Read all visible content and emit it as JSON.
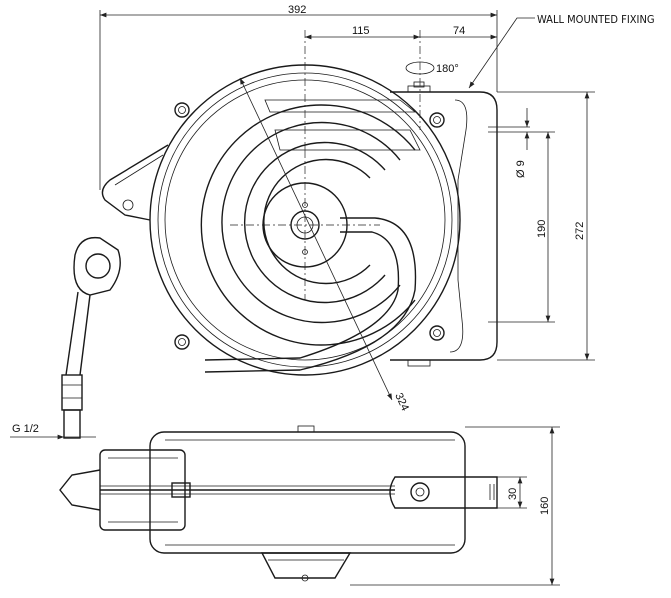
{
  "labels": {
    "overall_width": "392",
    "hub_to_fixing": "115",
    "fixing_to_edge": "74",
    "wall_fixing": "WALL MOUNTED FIXING",
    "rotation": "180°",
    "hole_diameter": "Ø 9",
    "hole_spacing": "190",
    "overall_height": "272",
    "reel_diameter": "324",
    "thread": "G 1/2",
    "bracket_height": "30",
    "depth": "160"
  }
}
